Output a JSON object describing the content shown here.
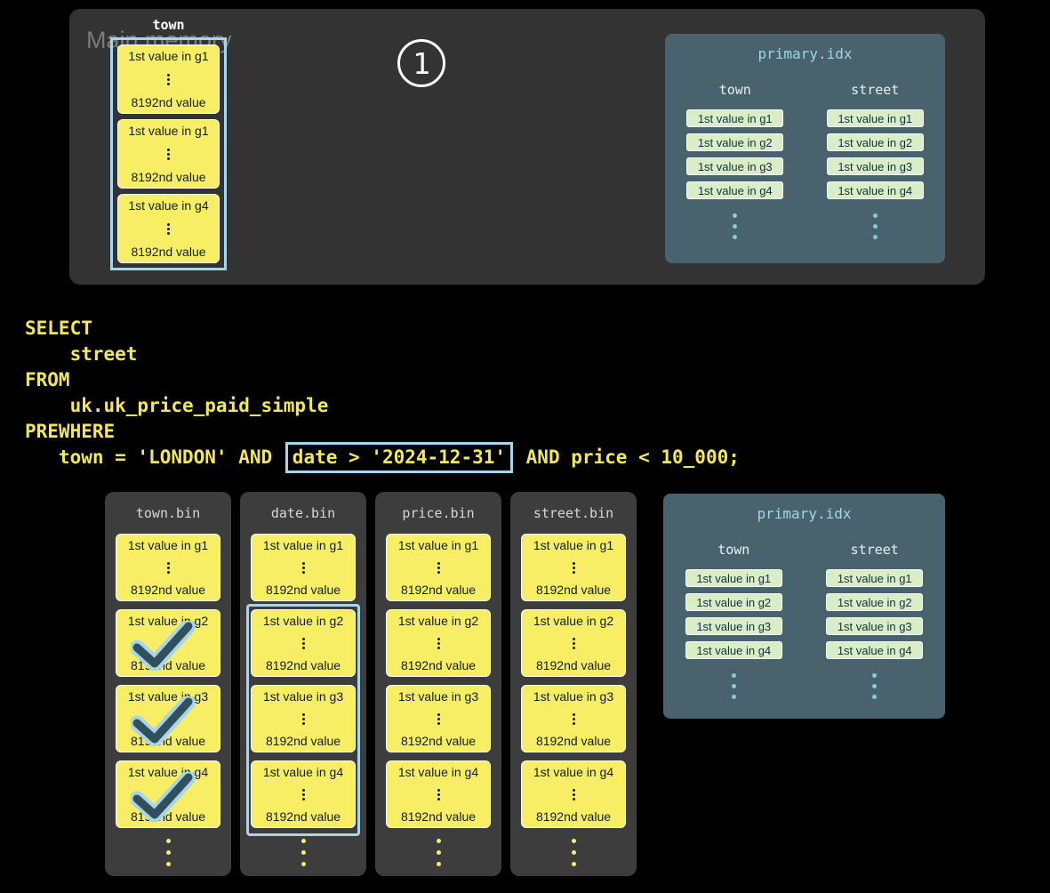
{
  "colors": {
    "background": "#000000",
    "memory_panel": "#333333",
    "bin_panel": "#3d3d3d",
    "granule_yellow": "#f8ee65",
    "highlight_blue": "#a9d4ea",
    "index_panel": "#48626e",
    "index_badge_green": "#d9eec6",
    "sql_yellow": "#f0e75e",
    "check_dark": "#30505e",
    "idx_dots_teal": "#86ccd9"
  },
  "main_memory": {
    "label": "Main memory",
    "step": "1",
    "town_column": {
      "label": "town",
      "blocks": [
        {
          "top": "1st value in g1",
          "bottom": "8192nd value"
        },
        {
          "top": "1st value in g1",
          "bottom": "8192nd value"
        },
        {
          "top": "1st value in g4",
          "bottom": "8192nd value"
        }
      ]
    }
  },
  "primary_idx_top": {
    "title": "primary.idx",
    "columns": [
      {
        "header": "town",
        "badges": [
          "1st value in g1",
          "1st value in g2",
          "1st value in g3",
          "1st value in g4"
        ]
      },
      {
        "header": "street",
        "badges": [
          "1st value in g1",
          "1st value in g2",
          "1st value in g3",
          "1st value in g4"
        ]
      }
    ]
  },
  "sql": {
    "line1": "SELECT",
    "line2": "    street",
    "line3": "FROM",
    "line4": "    uk.uk_price_paid_simple",
    "line5": "PREWHERE",
    "line6_pre": "   town = 'LONDON' AND ",
    "line6_boxed": "date > '2024-12-31'",
    "line6_post": " AND price < 10_000;"
  },
  "bins": [
    {
      "title": "town.bin",
      "blocks": [
        {
          "top": "1st value in g1",
          "bottom": "8192nd value",
          "checked": false
        },
        {
          "top": "1st value in g2",
          "bottom": "8192nd value",
          "checked": true
        },
        {
          "top": "1st value in g3",
          "bottom": "8192nd value",
          "checked": true
        },
        {
          "top": "1st value in g4",
          "bottom": "8192nd value",
          "checked": true
        }
      ]
    },
    {
      "title": "date.bin",
      "highlighted_range": "g2-g4",
      "blocks": [
        {
          "top": "1st value in g1",
          "bottom": "8192nd value",
          "checked": false
        },
        {
          "top": "1st value in g2",
          "bottom": "8192nd value",
          "checked": false
        },
        {
          "top": "1st value in g3",
          "bottom": "8192nd value",
          "checked": false
        },
        {
          "top": "1st value in g4",
          "bottom": "8192nd value",
          "checked": false
        }
      ]
    },
    {
      "title": "price.bin",
      "blocks": [
        {
          "top": "1st value in g1",
          "bottom": "8192nd value",
          "checked": false
        },
        {
          "top": "1st value in g2",
          "bottom": "8192nd value",
          "checked": false
        },
        {
          "top": "1st value in g3",
          "bottom": "8192nd value",
          "checked": false
        },
        {
          "top": "1st value in g4",
          "bottom": "8192nd value",
          "checked": false
        }
      ]
    },
    {
      "title": "street.bin",
      "blocks": [
        {
          "top": "1st value in g1",
          "bottom": "8192nd value",
          "checked": false
        },
        {
          "top": "1st value in g2",
          "bottom": "8192nd value",
          "checked": false
        },
        {
          "top": "1st value in g3",
          "bottom": "8192nd value",
          "checked": false
        },
        {
          "top": "1st value in g4",
          "bottom": "8192nd value",
          "checked": false
        }
      ]
    }
  ],
  "primary_idx_bottom": {
    "title": "primary.idx",
    "columns": [
      {
        "header": "town",
        "badges": [
          "1st value in g1",
          "1st value in g2",
          "1st value in g3",
          "1st value in g4"
        ]
      },
      {
        "header": "street",
        "badges": [
          "1st value in g1",
          "1st value in g2",
          "1st value in g3",
          "1st value in g4"
        ]
      }
    ]
  }
}
